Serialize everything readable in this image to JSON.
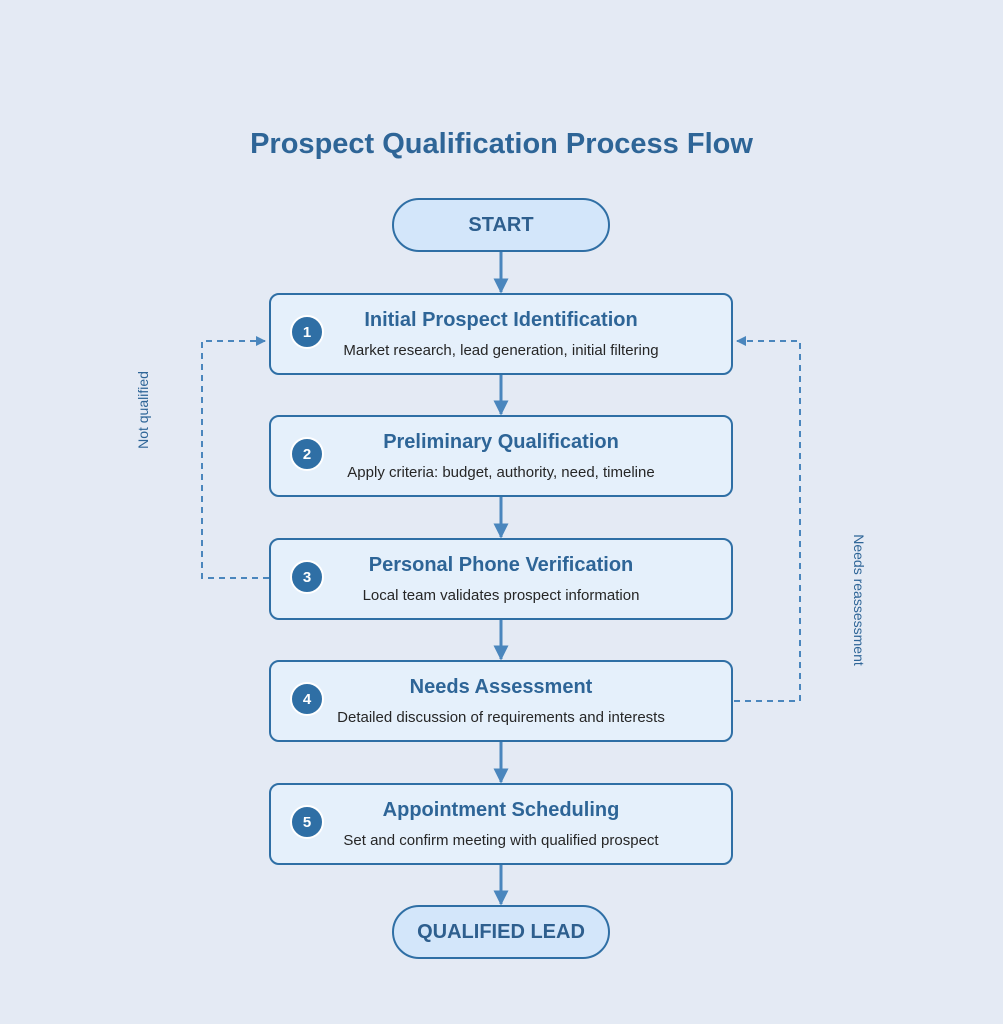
{
  "title": "Prospect Qualification Process Flow",
  "start_label": "START",
  "end_label": "QUALIFIED LEAD",
  "steps": [
    {
      "number": "1",
      "title": "Initial Prospect Identification",
      "description": "Market research, lead generation, initial filtering"
    },
    {
      "number": "2",
      "title": "Preliminary Qualification",
      "description": "Apply criteria: budget, authority, need, timeline"
    },
    {
      "number": "3",
      "title": "Personal Phone Verification",
      "description": "Local team validates prospect information"
    },
    {
      "number": "4",
      "title": "Needs Assessment",
      "description": "Detailed discussion of requirements and interests"
    },
    {
      "number": "5",
      "title": "Appointment Scheduling",
      "description": "Set and confirm meeting with qualified prospect"
    }
  ],
  "loops": {
    "left_label": "Not qualified",
    "right_label": "Needs reassessment"
  },
  "colors": {
    "background": "#e4eaf4",
    "accent": "#2f6fa5",
    "step_fill": "#e5f0fb",
    "terminal_fill": "#d3e6fa",
    "connector": "#4a86bd",
    "title_text": "#2e6597"
  }
}
